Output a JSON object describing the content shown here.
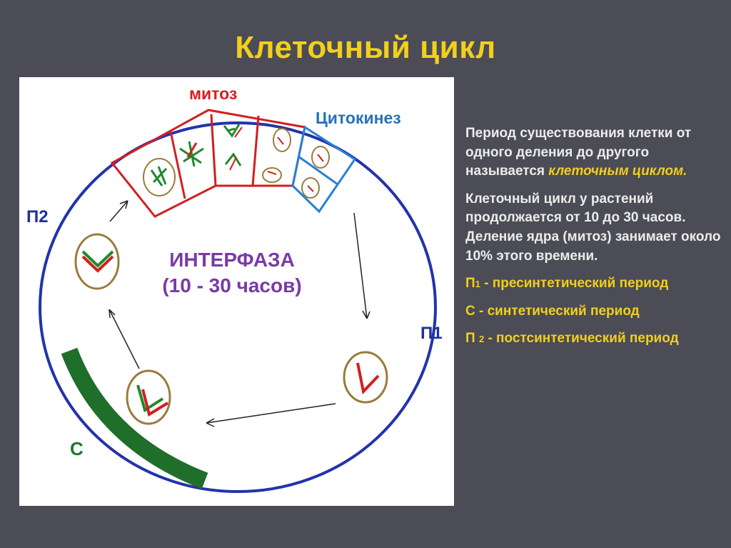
{
  "title": "Клеточный цикл",
  "diagram": {
    "mitosis_label": "митоз",
    "cytokinesis_label": "Цитокинез",
    "interphase_title": "ИНТЕРФАЗА",
    "interphase_duration": "(10 - 30 часов)",
    "p1_label": "П1",
    "p2_label": "П2",
    "s_label": "С",
    "colors": {
      "ring": "#2233aa",
      "mitosis": "#d21f1f",
      "cytokinesis": "#2a7fd4",
      "s_phase": "#1f6e2a",
      "interphase_text": "#7a3aa6",
      "cell_outline": "#9a7b3a"
    }
  },
  "text": {
    "para1_line": "Период существования клетки от одного деления до другого называется",
    "para1_term": "клеточным циклом.",
    "para2": "Клеточный цикл у растений продолжается от 10 до 30 часов. Деление ядра (митоз) занимает около 10% этого времени.",
    "p1_letter": "П",
    "p1_sub": "1",
    "p1_desc": " -  пресинтетический период",
    "s_desc": "С - синтетический период",
    "p2_letter": "П ",
    "p2_sub": "2",
    "p2_desc": " -  постсинтетический период"
  }
}
